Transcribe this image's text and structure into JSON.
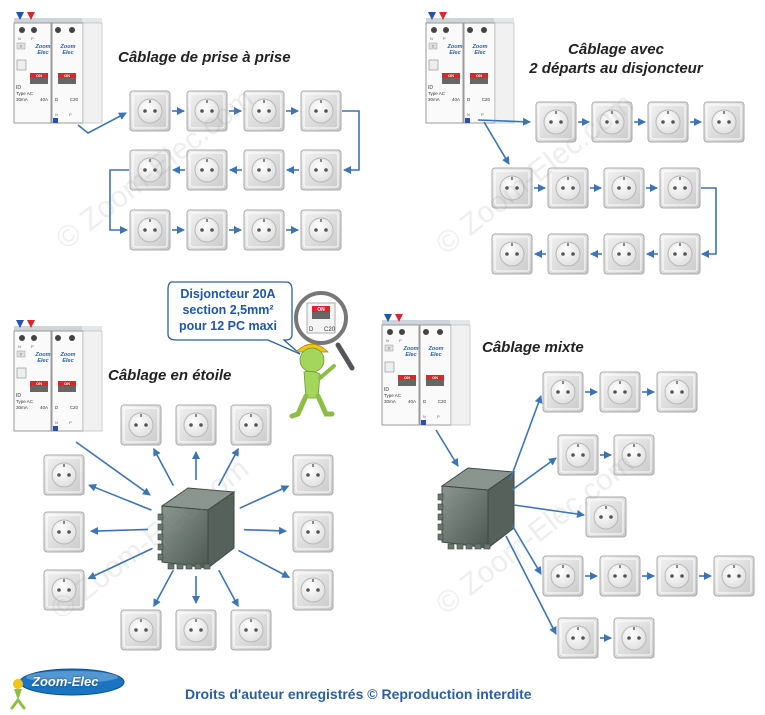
{
  "sections": {
    "prise_a_prise": {
      "title": "Câblage de prise à prise"
    },
    "deux_departs": {
      "title_line1": "Câblage avec",
      "title_line2": "2 départs au disjoncteur"
    },
    "etoile": {
      "title": "Câblage en étoile"
    },
    "mixte": {
      "title": "Câblage mixte"
    }
  },
  "callout": {
    "line1": "Disjoncteur 20A",
    "line2": "section 2,5mm²",
    "line3": "pour 12 PC maxi",
    "breaker_on": "ON",
    "breaker_curve": "D",
    "breaker_rating": "C20"
  },
  "panel": {
    "brand_line1": "Zoom",
    "brand_line2": "Elec",
    "id_label": "ID",
    "type_label": "Type AC",
    "sensitivity": "30mA",
    "rating_40": "40A",
    "on_label": "ON",
    "curve": "D",
    "rating_c20": "C20",
    "n_label": "N",
    "p_label": "P",
    "test_label": "T"
  },
  "watermark": "© Zoom-Elec.com",
  "logo": "Zoom-Elec",
  "footer": "Droits d'auteur enregistrés © Reproduction interdite",
  "colors": {
    "wire": "#3c74b8",
    "outlet_frame": "#dcdcdc",
    "outlet_face": "#f4f4f4",
    "box": "#5f6c66",
    "on_red": "#d9272e",
    "text_blue": "#2a5fa8"
  }
}
